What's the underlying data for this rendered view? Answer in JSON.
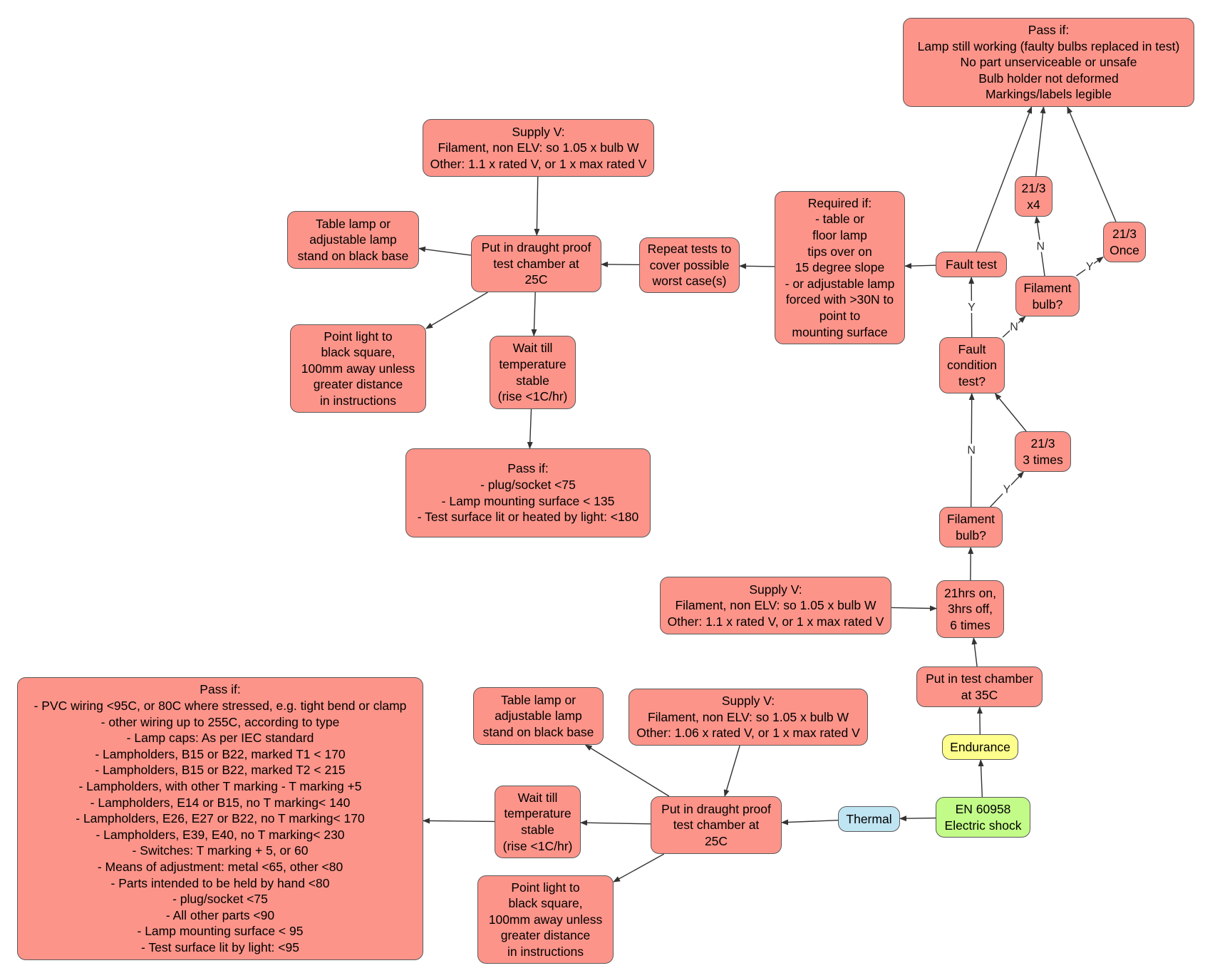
{
  "colors": {
    "red": "#fc948a",
    "yellow": "#fefe8c",
    "green": "#c3fb88",
    "blue": "#bfe4f2",
    "stroke": "#5a5a5a",
    "edge": "#333333"
  },
  "nodes": {
    "pass_endurance": {
      "lines": [
        "Pass if:",
        "Lamp still working (faulty bulbs replaced in test)",
        "No part unserviceable or unsafe",
        "Bulb holder not deformed",
        "Markings/labels legible"
      ],
      "color": "red"
    },
    "supply_top": {
      "lines": [
        "Supply V:",
        "Filament, non ELV: so 1.05 x bulb W",
        "Other: 1.1 x rated V, or 1 x max rated V"
      ],
      "color": "red"
    },
    "table_top": {
      "lines": [
        "Table lamp or",
        "adjustable lamp",
        "stand on black base"
      ],
      "color": "red"
    },
    "draught_top": {
      "lines": [
        "Put in draught proof",
        "test chamber at",
        "25C"
      ],
      "color": "red"
    },
    "repeat": {
      "lines": [
        "Repeat tests to",
        "cover possible",
        "worst case(s)"
      ],
      "color": "red"
    },
    "required": {
      "lines": [
        "Required if:",
        "- table or",
        "floor lamp",
        "tips over on",
        "15 degree slope",
        "- or adjustable lamp",
        "forced with >30N to",
        "point to",
        "mounting surface"
      ],
      "color": "red"
    },
    "fault_test": {
      "lines": [
        "Fault test"
      ],
      "color": "red"
    },
    "x4": {
      "lines": [
        "21/3",
        "x4"
      ],
      "color": "red"
    },
    "once": {
      "lines": [
        "21/3",
        "Once"
      ],
      "color": "red"
    },
    "filament_top": {
      "lines": [
        "Filament",
        "bulb?"
      ],
      "color": "red"
    },
    "fault_cond": {
      "lines": [
        "Fault",
        "condition",
        "test?"
      ],
      "color": "red"
    },
    "point_top": {
      "lines": [
        "Point light to",
        "black square,",
        "100mm away unless",
        "greater distance",
        "in instructions"
      ],
      "color": "red"
    },
    "wait_top": {
      "lines": [
        "Wait till",
        "temperature",
        "stable",
        "(rise <1C/hr)"
      ],
      "color": "red"
    },
    "pass_top": {
      "lines": [
        "Pass if:",
        "- plug/socket <75",
        "- Lamp mounting surface < 135",
        "- Test surface lit or heated by light: <180"
      ],
      "color": "red"
    },
    "three_times": {
      "lines": [
        "21/3",
        "3 times"
      ],
      "color": "red"
    },
    "filament_mid": {
      "lines": [
        "Filament",
        "bulb?"
      ],
      "color": "red"
    },
    "supply_mid": {
      "lines": [
        "Supply V:",
        "Filament, non ELV: so 1.05 x bulb W",
        "Other: 1.1 x rated V, or 1 x max rated V"
      ],
      "color": "red"
    },
    "cycle": {
      "lines": [
        "21hrs on,",
        "3hrs off,",
        "6 times"
      ],
      "color": "red"
    },
    "test35": {
      "lines": [
        "Put in test chamber",
        "at 35C"
      ],
      "color": "red"
    },
    "pass_thermal": {
      "lines": [
        "Pass if:",
        "- PVC wiring <95C, or 80C where stressed, e.g. tight bend or clamp",
        "- other wiring up to 255C, according to type",
        "- Lamp caps: As per IEC standard",
        "- Lampholders, B15 or B22, marked T1 < 170",
        "- Lampholders, B15 or B22, marked T2 < 215",
        "- Lampholders, with other T marking - T marking +5",
        "- Lampholders, E14 or B15, no T marking< 140",
        "- Lampholders, E26, E27 or B22, no T marking< 170",
        "- Lampholders, E39, E40, no T marking< 230",
        "- Switches: T marking + 5, or 60",
        "- Means of adjustment: metal <65, other <80",
        "- Parts intended to be held by hand <80",
        "- plug/socket <75",
        "- All other parts <90",
        "- Lamp mounting surface < 95",
        "- Test surface lit by light: <95"
      ],
      "color": "red"
    },
    "table_bot": {
      "lines": [
        "Table lamp or",
        "adjustable lamp",
        "stand on black base"
      ],
      "color": "red"
    },
    "supply_bot": {
      "lines": [
        "Supply V:",
        "Filament, non ELV: so 1.05 x bulb W",
        "Other: 1.06 x rated V, or 1 x max rated V"
      ],
      "color": "red"
    },
    "endurance": {
      "lines": [
        "Endurance"
      ],
      "color": "yellow"
    },
    "wait_bot": {
      "lines": [
        "Wait till",
        "temperature",
        "stable",
        "(rise <1C/hr)"
      ],
      "color": "red"
    },
    "draught_bot": {
      "lines": [
        "Put in draught proof",
        "test chamber at",
        "25C"
      ],
      "color": "red"
    },
    "thermal": {
      "lines": [
        "Thermal"
      ],
      "color": "blue"
    },
    "en": {
      "lines": [
        "EN 60958",
        "Electric shock"
      ],
      "color": "green"
    },
    "point_bot": {
      "lines": [
        "Point light to",
        "black square,",
        "100mm away unless",
        "greater distance",
        "in instructions"
      ],
      "color": "red"
    }
  },
  "edges": [
    {
      "from": "en",
      "to": "thermal",
      "label": ""
    },
    {
      "from": "en",
      "to": "endurance",
      "label": ""
    },
    {
      "from": "thermal",
      "to": "draught_bot",
      "label": ""
    },
    {
      "from": "supply_bot",
      "to": "draught_bot",
      "label": ""
    },
    {
      "from": "draught_bot",
      "to": "wait_bot",
      "label": ""
    },
    {
      "from": "draught_bot",
      "to": "table_bot",
      "label": ""
    },
    {
      "from": "draught_bot",
      "to": "point_bot",
      "label": ""
    },
    {
      "from": "wait_bot",
      "to": "pass_thermal",
      "label": ""
    },
    {
      "from": "endurance",
      "to": "test35",
      "label": ""
    },
    {
      "from": "test35",
      "to": "cycle",
      "label": ""
    },
    {
      "from": "supply_mid",
      "to": "cycle",
      "label": ""
    },
    {
      "from": "cycle",
      "to": "filament_mid",
      "label": ""
    },
    {
      "from": "filament_mid",
      "to": "fault_cond",
      "label": "N"
    },
    {
      "from": "filament_mid",
      "to": "three_times",
      "label": "Y"
    },
    {
      "from": "three_times",
      "to": "fault_cond",
      "label": ""
    },
    {
      "from": "fault_cond",
      "to": "fault_test",
      "label": "Y"
    },
    {
      "from": "fault_cond",
      "to": "filament_top",
      "label": "N"
    },
    {
      "from": "filament_top",
      "to": "x4",
      "label": "N"
    },
    {
      "from": "filament_top",
      "to": "once",
      "label": "Y"
    },
    {
      "from": "x4",
      "to": "pass_endurance",
      "label": ""
    },
    {
      "from": "once",
      "to": "pass_endurance",
      "label": ""
    },
    {
      "from": "fault_test",
      "to": "pass_endurance",
      "label": ""
    },
    {
      "from": "fault_test",
      "to": "required",
      "label": ""
    },
    {
      "from": "required",
      "to": "repeat",
      "label": ""
    },
    {
      "from": "repeat",
      "to": "draught_top",
      "label": ""
    },
    {
      "from": "supply_top",
      "to": "draught_top",
      "label": ""
    },
    {
      "from": "draught_top",
      "to": "table_top",
      "label": ""
    },
    {
      "from": "draught_top",
      "to": "point_top",
      "label": ""
    },
    {
      "from": "draught_top",
      "to": "wait_top",
      "label": ""
    },
    {
      "from": "wait_top",
      "to": "pass_top",
      "label": ""
    }
  ]
}
